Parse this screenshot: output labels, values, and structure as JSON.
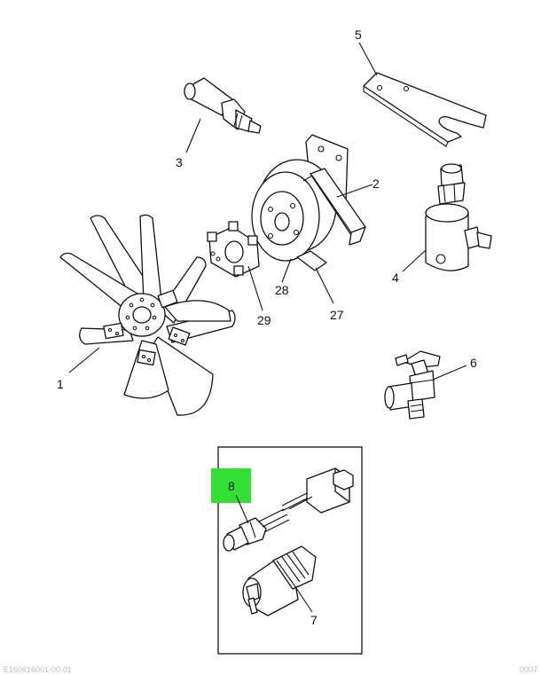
{
  "diagram": {
    "callouts": {
      "c1": "1",
      "c2": "2",
      "c3": "3",
      "c4": "4",
      "c5": "5",
      "c6": "6",
      "c7": "7",
      "c8": "8",
      "c27": "27",
      "c28": "28",
      "c29": "29"
    },
    "highlight_color": "#33e033"
  },
  "footer": {
    "left": "E160616001-00-01",
    "right": "0007"
  }
}
